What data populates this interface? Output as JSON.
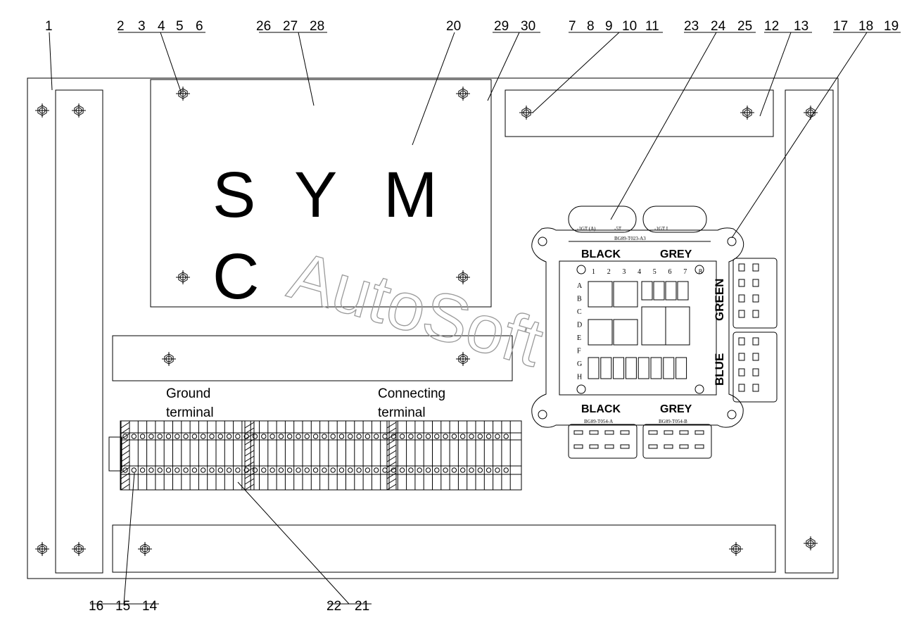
{
  "callouts": {
    "c1": "1",
    "c2": "2",
    "c3": "3",
    "c4": "4",
    "c5": "5",
    "c6": "6",
    "c26": "26",
    "c27": "27",
    "c28": "28",
    "c20": "20",
    "c29": "29",
    "c30": "30",
    "c7": "7",
    "c8": "8",
    "c9": "9",
    "c10": "10",
    "c11": "11",
    "c23": "23",
    "c24": "24",
    "c25": "25",
    "c12": "12",
    "c13": "13",
    "c17": "17",
    "c18": "18",
    "c19": "19",
    "c16": "16",
    "c15": "15",
    "c14": "14",
    "c22": "22",
    "c21": "21"
  },
  "logo_panel": {
    "letters": [
      "S",
      "Y",
      "M",
      "C"
    ]
  },
  "terminals": {
    "ground_line1": "Ground",
    "ground_line2": "terminal",
    "connecting_line1": "Connecting",
    "connecting_line2": "terminal"
  },
  "relay_box": {
    "top_left_label": "BLACK",
    "top_right_label": "GREY",
    "bottom_left_label": "BLACK",
    "bottom_right_label": "GREY",
    "side_top_label": "GREEN",
    "side_bottom_label": "BLUE",
    "columns": [
      "1",
      "2",
      "3",
      "4",
      "5",
      "6",
      "7",
      "8"
    ],
    "rows": [
      "A",
      "B",
      "C",
      "D",
      "E",
      "F",
      "G",
      "H"
    ],
    "top_part_no": "BG89-T023-A3",
    "bottom_left_part_no": "BG89-T054-A",
    "bottom_right_part_no": "BG89-T054-B"
  },
  "watermark": {
    "text": "AutoSoft"
  }
}
